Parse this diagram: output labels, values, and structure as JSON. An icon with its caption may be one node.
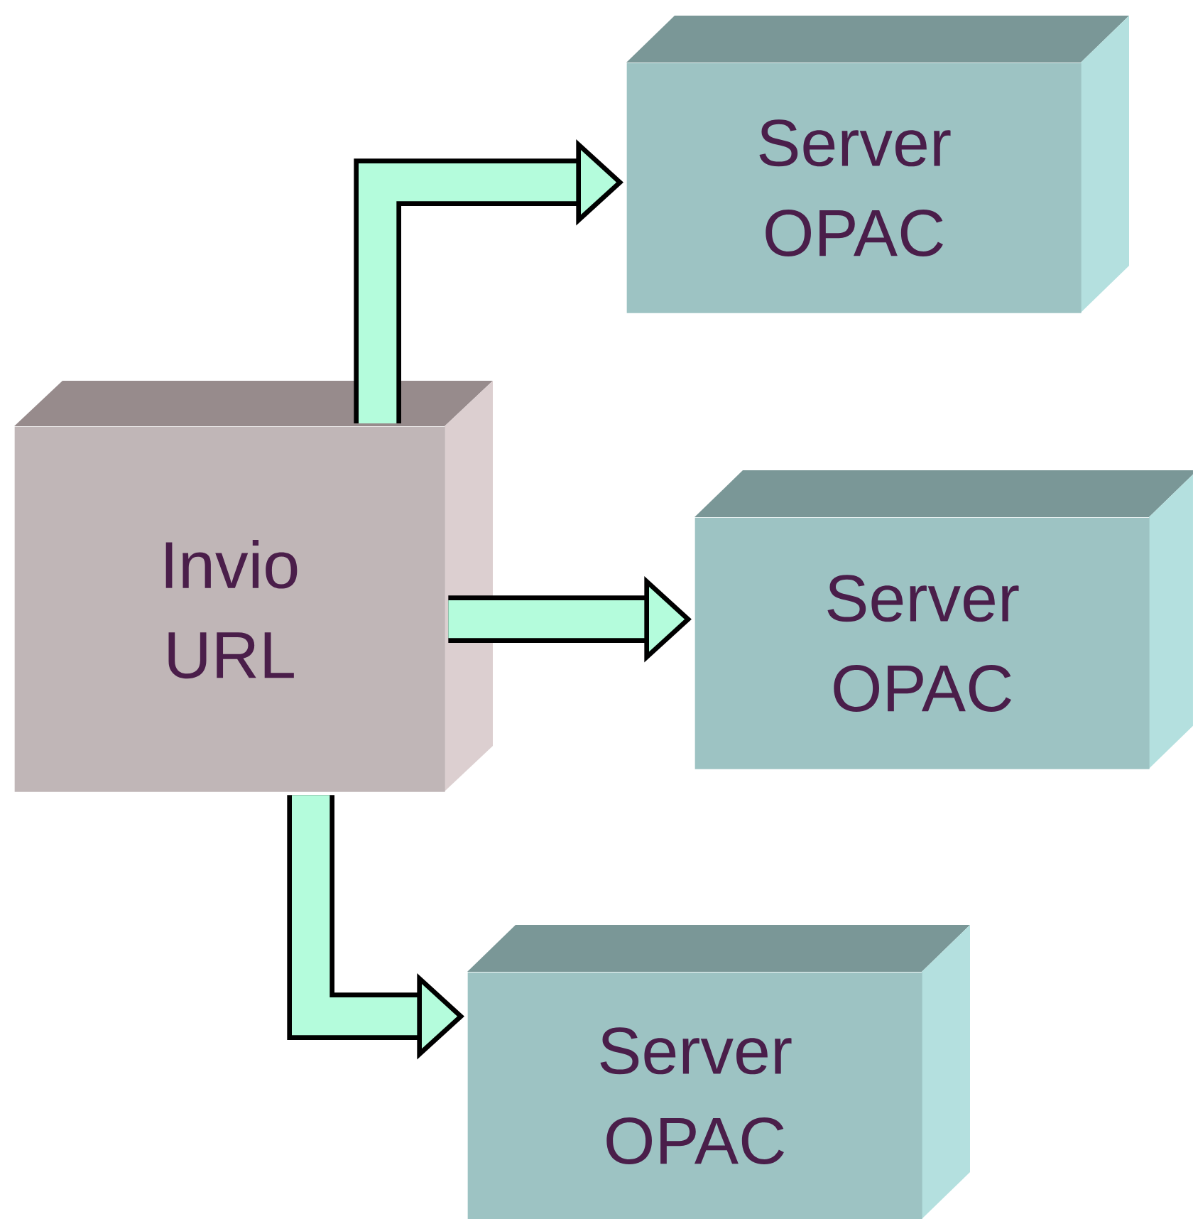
{
  "diagram": {
    "nodes": [
      {
        "text": [
          "Invio URL"
        ]
      },
      {
        "text": [
          "Server OPAC"
        ]
      },
      {
        "text": [
          "Server OPAC"
        ]
      },
      {
        "text": [
          "Server OPAC"
        ]
      }
    ],
    "edges": [
      {
        "from": 0,
        "to": 1,
        "arrow": "to"
      },
      {
        "from": 0,
        "to": 2,
        "arrow": "to"
      },
      {
        "from": 0,
        "to": 3,
        "arrow": "to"
      }
    ]
  }
}
